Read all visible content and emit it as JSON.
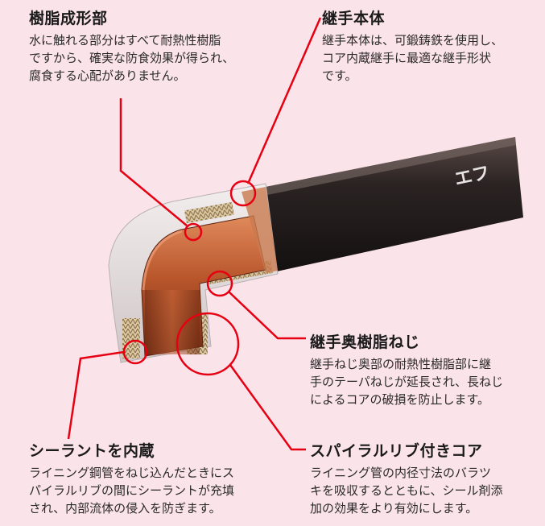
{
  "callouts": {
    "resin_molding": {
      "title": "樹脂成形部",
      "body": "水に触れる部分はすべて耐熱性樹脂\nですから、確実な防食効果が得られ、\n腐食する心配がありません。"
    },
    "fitting_body": {
      "title": "継手本体",
      "body": "継手本体は、可鍛鋳鉄を使用し、\nコア内蔵継手に最適な継手形状\nです。"
    },
    "inner_resin_thread": {
      "title": "継手奥樹脂ねじ",
      "body": "継手ねじ奥部の耐熱性樹脂部に継\n手のテーパねじが延長され、長ねじ\nによるコアの破損を防止します。"
    },
    "sealant": {
      "title": "シーラントを内蔵",
      "body": "ライニング鋼管をねじ込んだときにス\nパイラルリブの間にシーラントが充填\nされ、内部流体の侵入を防ぎます。"
    },
    "spiral_rib_core": {
      "title": "スパイラルリブ付きコア",
      "body": "ライニング管の内径寸法のバラツ\nキを吸収するとともに、シール剤添\n加の効果をより有効にします。"
    }
  },
  "pipe_marking": "エフ",
  "colors": {
    "background": "#fbe3ea",
    "leader_red": "#e60012",
    "copper": "#b8552b",
    "pipe_dark": "#2a2322"
  }
}
